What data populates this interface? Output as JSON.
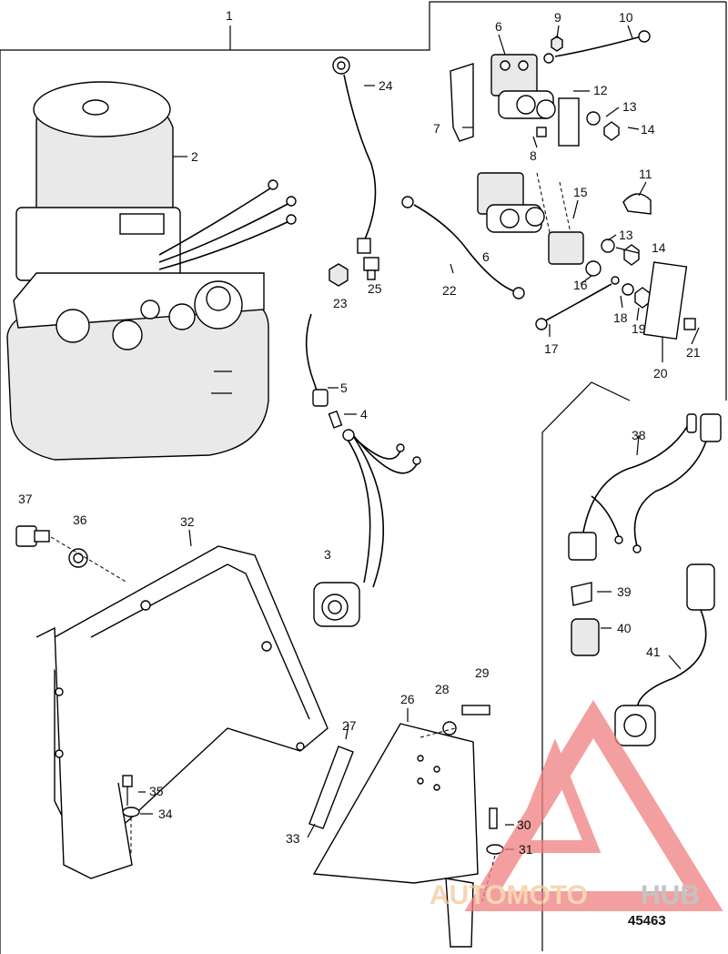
{
  "diagram": {
    "reference_number": "45463",
    "watermark": {
      "text_part1": "AUTOMOTO",
      "text_part2": "HUB",
      "color_part1": "#f5c89a",
      "color_part2": "#b0b0b0",
      "triangle_color": "#f08080"
    },
    "callouts": [
      "1",
      "2",
      "3",
      "4",
      "5",
      "6",
      "6",
      "7",
      "8",
      "9",
      "10",
      "11",
      "12",
      "13",
      "13",
      "14",
      "14",
      "15",
      "16",
      "17",
      "18",
      "19",
      "20",
      "21",
      "22",
      "23",
      "24",
      "25",
      "26",
      "27",
      "28",
      "29",
      "30",
      "31",
      "32",
      "33",
      "34",
      "35",
      "36",
      "37",
      "38",
      "39",
      "40",
      "41"
    ]
  }
}
